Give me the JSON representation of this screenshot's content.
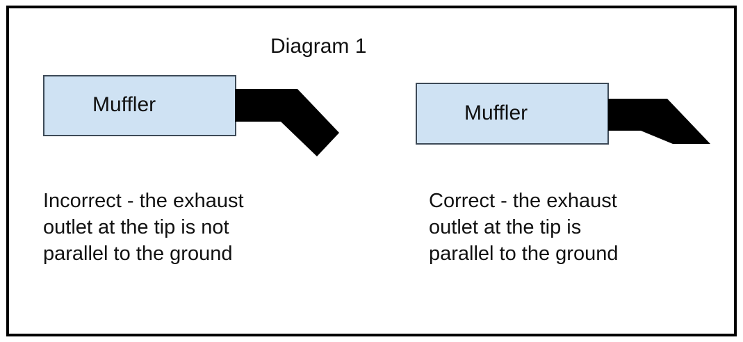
{
  "title": "Diagram 1",
  "left": {
    "muffler_label": "Muffler",
    "caption_lines": [
      "Incorrect - the exhaust",
      "outlet at the tip is not",
      "parallel to the ground"
    ]
  },
  "right": {
    "muffler_label": "Muffler",
    "caption_lines": [
      "Correct - the exhaust",
      "outlet at the tip is",
      "parallel to the ground"
    ]
  },
  "colors": {
    "muffler_fill": "#cfe2f3",
    "muffler_border": "#3d4a57",
    "pipe": "#000000",
    "frame": "#000000"
  }
}
